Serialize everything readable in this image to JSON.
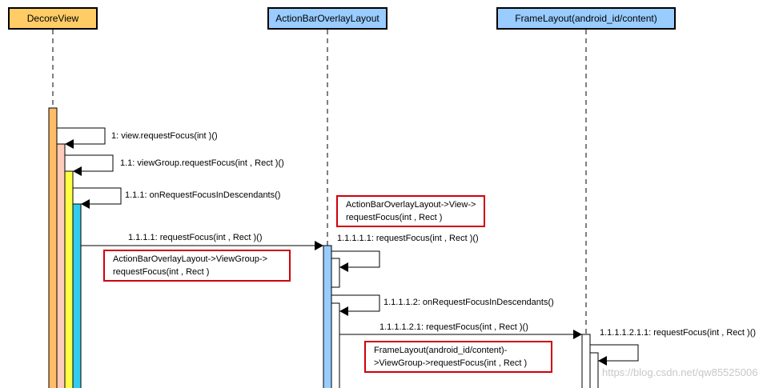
{
  "participants": {
    "decore": {
      "label": "DecoreView",
      "color": "#ffcc66"
    },
    "action": {
      "label": "ActionBarOverlayLayout",
      "color": "#99ccff"
    },
    "frame": {
      "label": "FrameLayout(android_id/content)",
      "color": "#99ccff"
    }
  },
  "messages": {
    "m1": "1: view.requestFocus(int )()",
    "m2": "1.1: viewGroup.requestFocus(int , Rect )()",
    "m3": "1.1.1: onRequestFocusInDescendants()",
    "m4": "1.1.1.1: requestFocus(int , Rect )()",
    "m5": "1.1.1.1.1: requestFocus(int , Rect )()",
    "m6": "1.1.1.1.2: onRequestFocusInDescendants()",
    "m7": "1.1.1.1.2.1: requestFocus(int , Rect )()",
    "m8": "1.1.1.1.2.1.1: requestFocus(int , Rect )()"
  },
  "notes": {
    "n1": {
      "line1": "ActionBarOverlayLayout->View->",
      "line2": "requestFocus(int , Rect )"
    },
    "n2": {
      "line1": "ActionBarOverlayLayout->ViewGroup->",
      "line2": "requestFocus(int , Rect )"
    },
    "n3": {
      "line1": "FrameLayout(android_id/content)-",
      "line2": ">ViewGroup->requestFocus(int , Rect )"
    }
  },
  "colors": {
    "decore_activation": "#ffbb66",
    "pink_activation": "#ffccbb",
    "yellow_activation": "#ffff44",
    "cyan_activation": "#33ccee",
    "blue_activation": "#99ccff",
    "note_border": "#d0000a"
  },
  "watermark": "https://blog.csdn.net/qw85525006"
}
